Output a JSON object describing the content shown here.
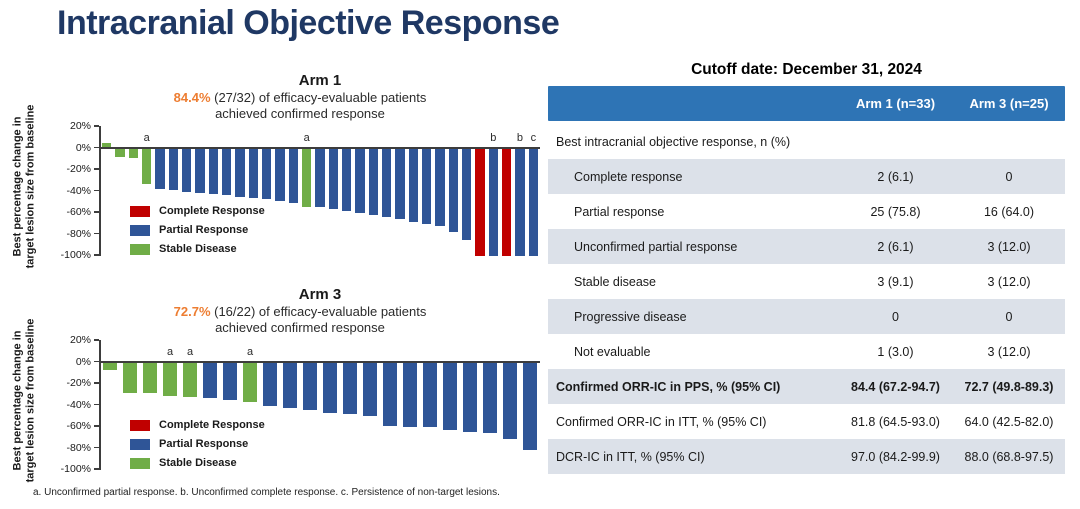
{
  "page": {
    "title": "Intracranial Objective Response",
    "footnote": "a. Unconfirmed partial response. b. Unconfirmed complete response. c. Persistence of non-target lesions."
  },
  "colors": {
    "title_navy": "#1F3864",
    "accent_orange": "#ED7D31",
    "bar_blue": "#2F5597",
    "bar_red": "#C00000",
    "bar_green": "#70AD47",
    "table_header_blue": "#2E74B5",
    "row_band_gray": "#DCE1E9",
    "axis_gray": "#3d3d3d"
  },
  "legend": [
    {
      "label": "Complete Response",
      "color_key": "bar_red"
    },
    {
      "label": "Partial Response",
      "color_key": "bar_blue"
    },
    {
      "label": "Stable Disease",
      "color_key": "bar_green"
    }
  ],
  "axis": {
    "label": "Best percentage change in target lesion size from baseline",
    "tick_values": [
      20,
      0,
      -20,
      -40,
      -60,
      -80,
      -100
    ],
    "tick_labels": [
      "20%",
      "0%",
      "-20%",
      "-40%",
      "-60%",
      "-80%",
      "-100%"
    ],
    "ylim": [
      -100,
      20
    ]
  },
  "chart_data": [
    {
      "type": "bar",
      "title": "Arm 1",
      "highlight": "84.4%",
      "subtitle_rest": " (27/32) of efficacy-evaluable patients",
      "subtitle_line2": "achieved confirmed response",
      "ylabel": "Best percentage change in target lesion size from baseline",
      "ylim": [
        -100,
        20
      ],
      "bars": [
        {
          "value": 4,
          "response": "stable",
          "color": "green"
        },
        {
          "value": -8,
          "response": "stable",
          "color": "green"
        },
        {
          "value": -9,
          "response": "stable",
          "color": "green"
        },
        {
          "value": -33,
          "response": "unconfirmed-partial",
          "color": "green",
          "note": "a"
        },
        {
          "value": -38,
          "response": "partial",
          "color": "blue"
        },
        {
          "value": -39,
          "response": "partial",
          "color": "blue"
        },
        {
          "value": -40,
          "response": "partial",
          "color": "blue"
        },
        {
          "value": -41,
          "response": "partial",
          "color": "blue"
        },
        {
          "value": -42,
          "response": "partial",
          "color": "blue"
        },
        {
          "value": -43,
          "response": "partial",
          "color": "blue"
        },
        {
          "value": -45,
          "response": "partial",
          "color": "blue"
        },
        {
          "value": -46,
          "response": "partial",
          "color": "blue"
        },
        {
          "value": -47,
          "response": "partial",
          "color": "blue"
        },
        {
          "value": -49,
          "response": "partial",
          "color": "blue"
        },
        {
          "value": -51,
          "response": "partial",
          "color": "blue"
        },
        {
          "value": -54,
          "response": "unconfirmed-partial",
          "color": "green",
          "note": "a"
        },
        {
          "value": -54,
          "response": "partial",
          "color": "blue"
        },
        {
          "value": -56,
          "response": "partial",
          "color": "blue"
        },
        {
          "value": -58,
          "response": "partial",
          "color": "blue"
        },
        {
          "value": -60,
          "response": "partial",
          "color": "blue"
        },
        {
          "value": -62,
          "response": "partial",
          "color": "blue"
        },
        {
          "value": -64,
          "response": "partial",
          "color": "blue"
        },
        {
          "value": -66,
          "response": "partial",
          "color": "blue"
        },
        {
          "value": -68,
          "response": "partial",
          "color": "blue"
        },
        {
          "value": -70,
          "response": "partial",
          "color": "blue"
        },
        {
          "value": -72,
          "response": "partial",
          "color": "blue"
        },
        {
          "value": -78,
          "response": "partial",
          "color": "blue"
        },
        {
          "value": -85,
          "response": "partial",
          "color": "blue"
        },
        {
          "value": -100,
          "response": "complete",
          "color": "red"
        },
        {
          "value": -100,
          "response": "unconfirmed-complete",
          "color": "blue",
          "note": "b"
        },
        {
          "value": -100,
          "response": "complete",
          "color": "red"
        },
        {
          "value": -100,
          "response": "unconfirmed-complete",
          "color": "blue",
          "note": "b"
        },
        {
          "value": -100,
          "response": "partial-nontarget",
          "color": "blue",
          "note": "c"
        }
      ]
    },
    {
      "type": "bar",
      "title": "Arm 3",
      "highlight": "72.7%",
      "subtitle_rest": " (16/22) of efficacy-evaluable patients",
      "subtitle_line2": "achieved confirmed response",
      "ylabel": "Best percentage change in target lesion size from baseline",
      "ylim": [
        -100,
        20
      ],
      "bars": [
        {
          "value": -7,
          "response": "stable",
          "color": "green"
        },
        {
          "value": -28,
          "response": "stable",
          "color": "green"
        },
        {
          "value": -28,
          "response": "stable",
          "color": "green"
        },
        {
          "value": -31,
          "response": "unconfirmed-partial",
          "color": "green",
          "note": "a"
        },
        {
          "value": -32,
          "response": "unconfirmed-partial",
          "color": "green",
          "note": "a"
        },
        {
          "value": -33,
          "response": "partial",
          "color": "blue"
        },
        {
          "value": -35,
          "response": "partial",
          "color": "blue"
        },
        {
          "value": -37,
          "response": "unconfirmed-partial",
          "color": "green",
          "note": "a"
        },
        {
          "value": -40,
          "response": "partial",
          "color": "blue"
        },
        {
          "value": -42,
          "response": "partial",
          "color": "blue"
        },
        {
          "value": -44,
          "response": "partial",
          "color": "blue"
        },
        {
          "value": -47,
          "response": "partial",
          "color": "blue"
        },
        {
          "value": -48,
          "response": "partial",
          "color": "blue"
        },
        {
          "value": -50,
          "response": "partial",
          "color": "blue"
        },
        {
          "value": -59,
          "response": "partial",
          "color": "blue"
        },
        {
          "value": -60,
          "response": "partial",
          "color": "blue"
        },
        {
          "value": -60,
          "response": "partial",
          "color": "blue"
        },
        {
          "value": -63,
          "response": "partial",
          "color": "blue"
        },
        {
          "value": -65,
          "response": "partial",
          "color": "blue"
        },
        {
          "value": -66,
          "response": "partial",
          "color": "blue"
        },
        {
          "value": -71,
          "response": "partial",
          "color": "blue"
        },
        {
          "value": -81,
          "response": "partial",
          "color": "blue"
        }
      ]
    }
  ],
  "table": {
    "title": "Cutoff date: December 31, 2024",
    "columns": [
      "",
      "Arm 1 (n=33)",
      "Arm 3 (n=25)"
    ],
    "rows": [
      {
        "label": "Best intracranial objective response, n (%)",
        "arm1": "",
        "arm3": "",
        "indent": false,
        "bold": false,
        "band": false
      },
      {
        "label": "Complete response",
        "arm1": "2 (6.1)",
        "arm3": "0",
        "indent": true,
        "bold": false,
        "band": true
      },
      {
        "label": "Partial response",
        "arm1": "25 (75.8)",
        "arm3": "16 (64.0)",
        "indent": true,
        "bold": false,
        "band": false
      },
      {
        "label": "Unconfirmed partial response",
        "arm1": "2 (6.1)",
        "arm3": "3 (12.0)",
        "indent": true,
        "bold": false,
        "band": true
      },
      {
        "label": "Stable disease",
        "arm1": "3 (9.1)",
        "arm3": "3 (12.0)",
        "indent": true,
        "bold": false,
        "band": false
      },
      {
        "label": "Progressive disease",
        "arm1": "0",
        "arm3": "0",
        "indent": true,
        "bold": false,
        "band": true
      },
      {
        "label": "Not evaluable",
        "arm1": "1 (3.0)",
        "arm3": "3 (12.0)",
        "indent": true,
        "bold": false,
        "band": false
      },
      {
        "label": "Confirmed ORR-IC in PPS, % (95% CI)",
        "arm1": "84.4 (67.2-94.7)",
        "arm3": "72.7 (49.8-89.3)",
        "indent": false,
        "bold": true,
        "band": true
      },
      {
        "label": "Confirmed ORR-IC in ITT, % (95% CI)",
        "arm1": "81.8 (64.5-93.0)",
        "arm3": "64.0 (42.5-82.0)",
        "indent": false,
        "bold": false,
        "band": false
      },
      {
        "label": "DCR-IC in ITT, % (95% CI)",
        "arm1": "97.0 (84.2-99.9)",
        "arm3": "88.0 (68.8-97.5)",
        "indent": false,
        "bold": false,
        "band": true
      }
    ]
  }
}
